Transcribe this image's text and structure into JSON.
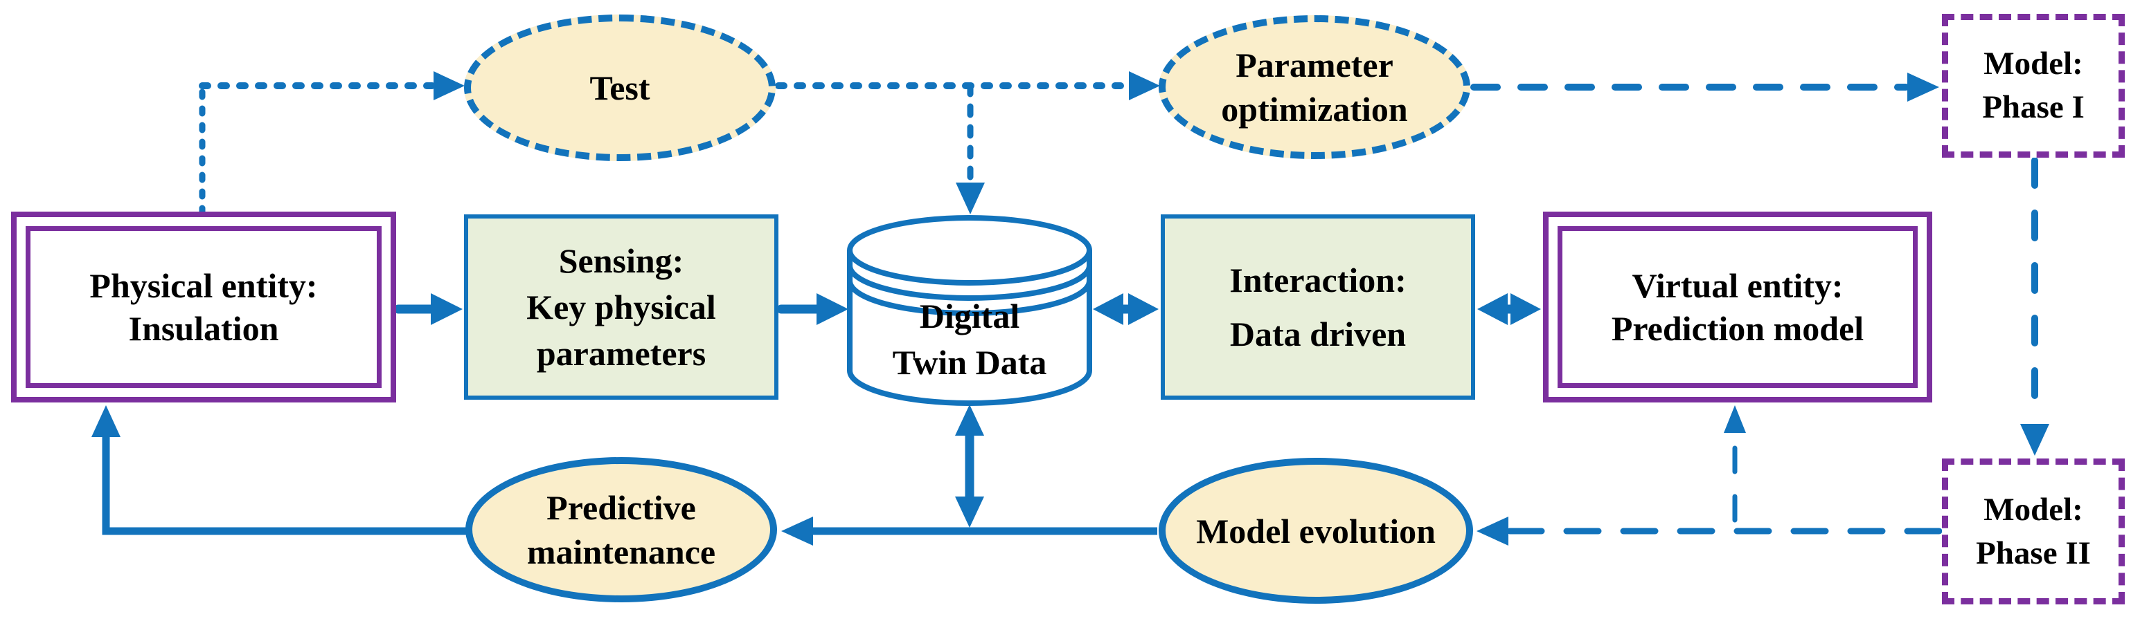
{
  "title": "Digital twin framework diagram",
  "colors": {
    "accent_blue": "#1273bc",
    "accent_purple": "#7b2f9e",
    "ellipse_fill": "#faeecb",
    "process_fill": "#e8efda",
    "entity_fill": "#ffffff",
    "text": "#000000",
    "background": "#ffffff"
  },
  "nodes": {
    "physical_entity": {
      "line1": "Physical entity:",
      "line2": "Insulation"
    },
    "sensing": {
      "line1": "Sensing:",
      "line2": "Key physical",
      "line3": "parameters"
    },
    "digital_twin_data": {
      "line1": "Digital",
      "line2": "Twin Data"
    },
    "interaction": {
      "line1": "Interaction:",
      "line2": "Data driven"
    },
    "virtual_entity": {
      "line1": "Virtual entity:",
      "line2": "Prediction model"
    },
    "test": {
      "label": "Test"
    },
    "parameter_optimization": {
      "line1": "Parameter",
      "line2": "optimization"
    },
    "predictive_maintenance": {
      "line1": "Predictive",
      "line2": "maintenance"
    },
    "model_evolution": {
      "label": "Model evolution"
    },
    "model_phase_1": {
      "line1": "Model:",
      "line2": "Phase I"
    },
    "model_phase_2": {
      "line1": "Model:",
      "line2": "Phase II"
    }
  }
}
